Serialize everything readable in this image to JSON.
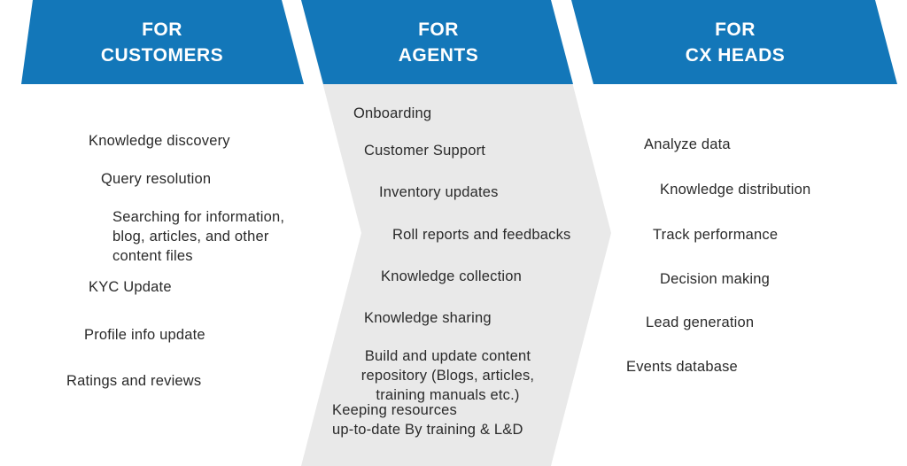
{
  "colors": {
    "band_blue": "#1377b9",
    "chevron_gray": "#e9e9e9",
    "body_text": "#2a2a2a",
    "header_text": "#ffffff"
  },
  "columns": [
    {
      "header": {
        "line1": "FOR",
        "line2": "CUSTOMERS"
      },
      "items": [
        "Knowledge discovery",
        "Query resolution",
        "Searching for information,\nblog, articles, and other\ncontent files",
        "KYC Update",
        "Profile info update",
        "Ratings and reviews"
      ]
    },
    {
      "header": {
        "line1": "FOR",
        "line2": "AGENTS"
      },
      "items": [
        "Onboarding",
        "Customer Support",
        "Inventory updates",
        "Roll reports and feedbacks",
        "Knowledge collection",
        "Knowledge sharing",
        "Build and update content\nrepository (Blogs, articles,\ntraining manuals etc.)",
        "Keeping resources\nup-to-date By training & L&D"
      ]
    },
    {
      "header": {
        "line1": "FOR",
        "line2": "CX HEADS"
      },
      "items": [
        "Analyze data",
        "Knowledge distribution",
        "Track performance",
        "Decision making",
        "Lead generation",
        "Events database"
      ]
    }
  ]
}
